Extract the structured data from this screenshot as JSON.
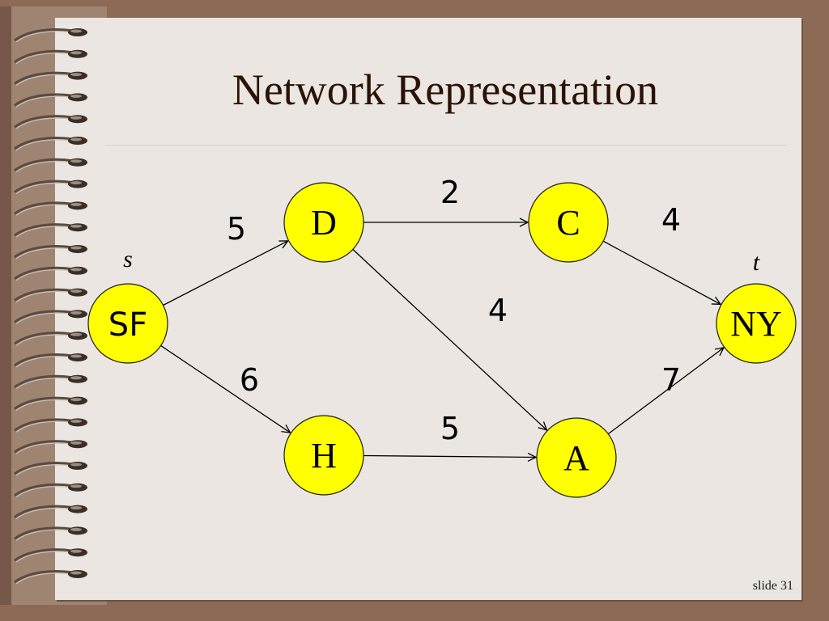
{
  "slide": {
    "title": "Network Representation",
    "footer": "slide 31"
  },
  "nodes": [
    {
      "id": "SF",
      "label": "SF",
      "font": "sans"
    },
    {
      "id": "D",
      "label": "D",
      "font": "serif"
    },
    {
      "id": "C",
      "label": "C",
      "font": "serif"
    },
    {
      "id": "H",
      "label": "H",
      "font": "serif"
    },
    {
      "id": "A",
      "label": "A",
      "font": "serif"
    },
    {
      "id": "NY",
      "label": "NY",
      "font": "serif"
    }
  ],
  "edges": [
    {
      "from": "SF",
      "to": "D",
      "weight": "5"
    },
    {
      "from": "SF",
      "to": "H",
      "weight": "6"
    },
    {
      "from": "D",
      "to": "C",
      "weight": "2"
    },
    {
      "from": "D",
      "to": "A",
      "weight": "4"
    },
    {
      "from": "C",
      "to": "NY",
      "weight": "4"
    },
    {
      "from": "H",
      "to": "A",
      "weight": "5"
    },
    {
      "from": "A",
      "to": "NY",
      "weight": "7"
    }
  ],
  "annotations": {
    "source_label": "s",
    "sink_label": "t"
  },
  "colors": {
    "node_fill": "#ffff00",
    "title_text": "#2a1206",
    "paper": "#ebe6e1",
    "background": "#8c6a55"
  }
}
